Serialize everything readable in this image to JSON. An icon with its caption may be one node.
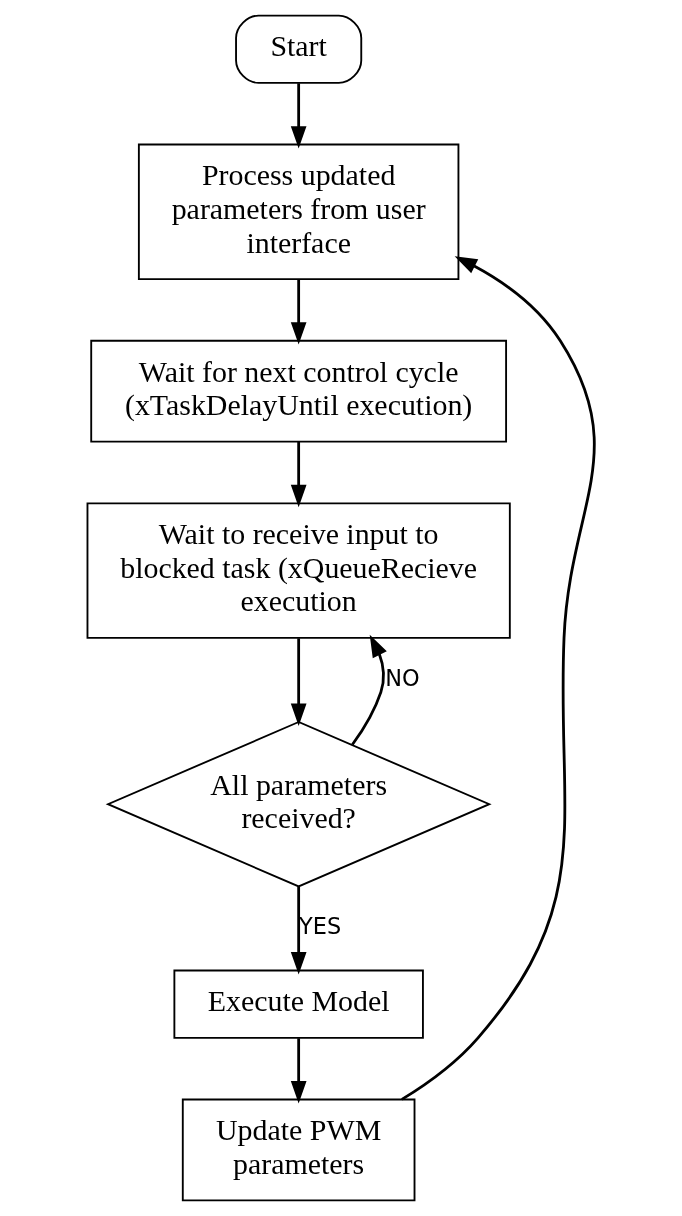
{
  "diagram": {
    "nodes": [
      {
        "text": [
          "Start"
        ]
      },
      {
        "text": [
          "Process updated parameters from user interface"
        ]
      },
      {
        "text": [
          "Wait for next control cycle (xTaskDelayUntil execution)"
        ]
      },
      {
        "text": [
          "Wait to receive input to blocked task (xQueueRecieve execution"
        ]
      },
      {
        "text": [
          "All parameters received?"
        ]
      },
      {
        "text": [
          "Execute Model"
        ]
      },
      {
        "text": [
          "Update PWM parameters"
        ]
      }
    ],
    "edges": [
      {
        "from": 0,
        "to": 1,
        "arrow": "to"
      },
      {
        "from": 1,
        "to": 2,
        "arrow": "to"
      },
      {
        "from": 2,
        "to": 3,
        "arrow": "to"
      },
      {
        "from": 3,
        "to": 4,
        "arrow": "to"
      },
      {
        "from": 4,
        "to": 3,
        "arrow": "to",
        "label": "NO"
      },
      {
        "from": 4,
        "to": 5,
        "arrow": "to",
        "label": "YES"
      },
      {
        "from": 5,
        "to": 6,
        "arrow": "to"
      },
      {
        "from": 6,
        "to": 1,
        "arrow": "to"
      }
    ]
  }
}
